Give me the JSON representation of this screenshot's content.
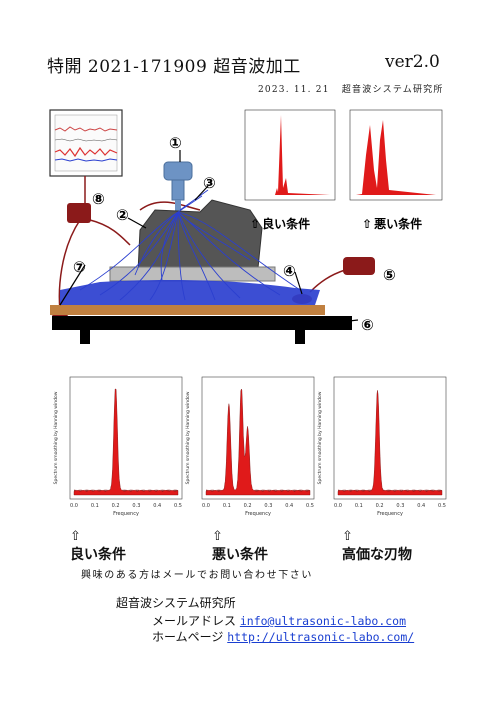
{
  "header": {
    "title": "特開 2021-171909  超音波加工",
    "version": "ver2.0",
    "date": "2023. 11. 21",
    "organization": "超音波システム研究所"
  },
  "diagram": {
    "callouts": [
      "①",
      "②",
      "③",
      "④",
      "⑤",
      "⑥",
      "⑦",
      "⑧"
    ],
    "good_label": "良い条件",
    "bad_label": "悪い条件",
    "colors": {
      "horn": "#6d93c4",
      "beams": "#2b3fcf",
      "spectrum": "#e01a1a",
      "device": "#8b1a1a",
      "stage": "#000000",
      "block": "#555555"
    }
  },
  "bottom_charts": [
    {
      "label": "良い条件",
      "name": "good-conditions-chart",
      "peaks": [
        [
          0.2,
          1.0
        ]
      ]
    },
    {
      "label": "悪い条件",
      "name": "bad-conditions-chart",
      "peaks": [
        [
          0.11,
          0.82
        ],
        [
          0.17,
          0.98
        ],
        [
          0.2,
          0.6
        ]
      ]
    },
    {
      "label": "高価な刃物",
      "name": "expensive-blade-chart",
      "peaks": [
        [
          0.19,
          0.95
        ]
      ]
    }
  ],
  "chart_data": [
    {
      "type": "area",
      "title": "良い条件",
      "xlabel": "Frequency",
      "ylabel": "Spectrum smoothing by Hanning window",
      "xlim": [
        0,
        0.5
      ],
      "x_ticks": [
        "0.0",
        "0.1",
        "0.2",
        "0.3",
        "0.4",
        "0.5"
      ],
      "series": [
        {
          "values": [
            [
              0.2,
              1.0
            ]
          ]
        }
      ]
    },
    {
      "type": "area",
      "title": "悪い条件",
      "xlabel": "Frequency",
      "ylabel": "Spectrum smoothing by Hanning window",
      "xlim": [
        0,
        0.5
      ],
      "x_ticks": [
        "0.0",
        "0.1",
        "0.2",
        "0.3",
        "0.4",
        "0.5"
      ],
      "series": [
        {
          "values": [
            [
              0.11,
              0.82
            ],
            [
              0.17,
              0.98
            ],
            [
              0.2,
              0.6
            ]
          ]
        }
      ]
    },
    {
      "type": "area",
      "title": "高価な刃物",
      "xlabel": "Frequency",
      "ylabel": "Spectrum smoothing by Hanning window",
      "xlim": [
        0,
        0.5
      ],
      "x_ticks": [
        "0.0",
        "0.1",
        "0.2",
        "0.3",
        "0.4",
        "0.5"
      ],
      "series": [
        {
          "values": [
            [
              0.19,
              0.95
            ]
          ]
        }
      ]
    }
  ],
  "x_ticks": [
    "0.0",
    "0.1",
    "0.2",
    "0.3",
    "0.4",
    "0.5"
  ],
  "x_axis_label": "Frequency",
  "y_axis_label": "Spectrum smoothing by Hanning window",
  "note": "興味のある方はメールでお問い合わせ下さい",
  "contact": {
    "company": "超音波システム研究所",
    "mail_label": "メールアドレス",
    "mail": "info@ultrasonic-labo.com",
    "home_label": "ホームページ",
    "url": "http://ultrasonic-labo.com/"
  }
}
